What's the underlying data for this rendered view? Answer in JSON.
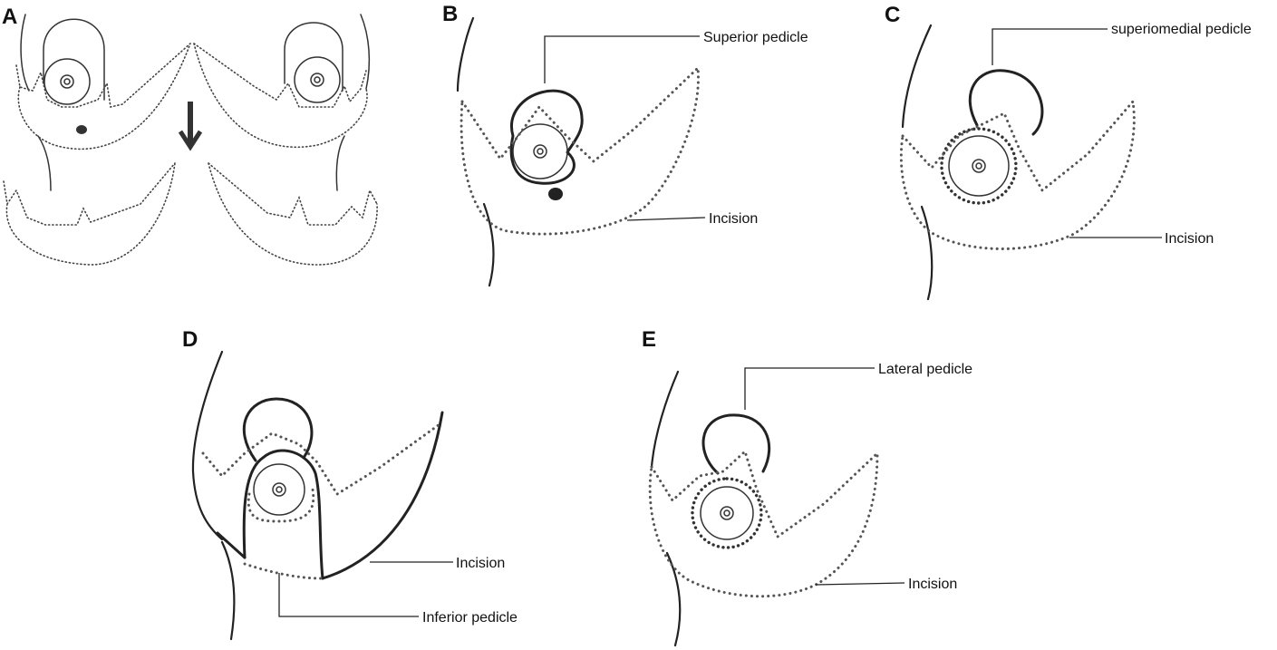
{
  "panels": {
    "a": {
      "letter": "A"
    },
    "b": {
      "letter": "B",
      "pedicle": "Superior pedicle",
      "incision": "Incision"
    },
    "c": {
      "letter": "C",
      "pedicle": "superiomedial pedicle",
      "incision": "Incision"
    },
    "d": {
      "letter": "D",
      "pedicle": "Inferior pedicle",
      "incision": "Incision"
    },
    "e": {
      "letter": "E",
      "pedicle": "Lateral pedicle",
      "incision": "Incision"
    }
  },
  "colors": {
    "ink": "#222222",
    "dots": "#555555",
    "background": "#ffffff"
  }
}
